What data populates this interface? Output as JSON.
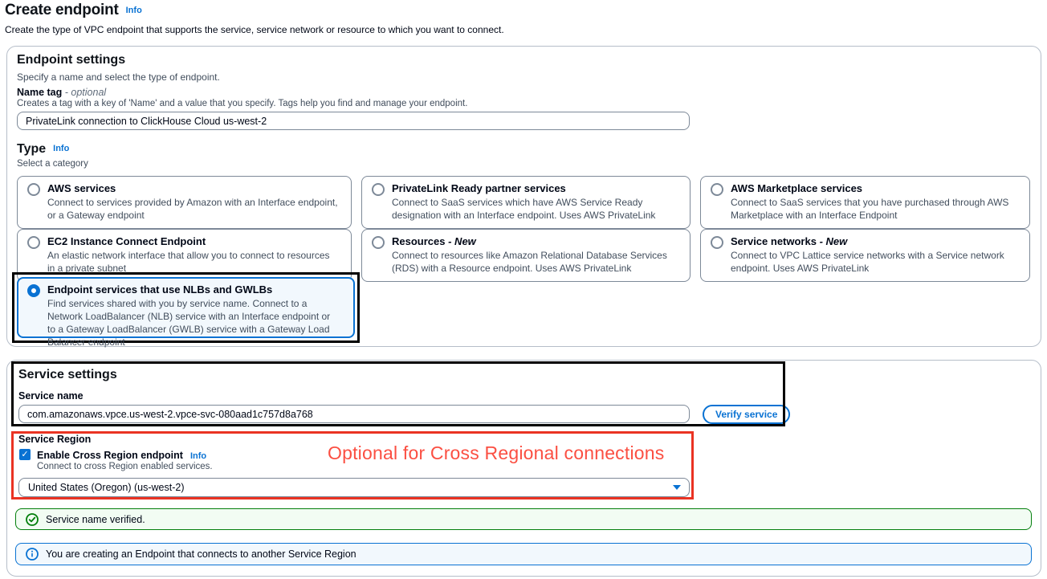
{
  "page": {
    "title": "Create endpoint",
    "title_info": "Info",
    "description": "Create the type of VPC endpoint that supports the service, service network or resource to which you want to connect."
  },
  "endpoint_settings": {
    "heading": "Endpoint settings",
    "description": "Specify a name and select the type of endpoint.",
    "name_tag": {
      "label": "Name tag",
      "optional_suffix": "- optional",
      "constraint": "Creates a tag with a key of 'Name' and a value that you specify. Tags help you find and manage your endpoint.",
      "value": "PrivateLink connection to ClickHouse Cloud us-west-2"
    },
    "type": {
      "heading": "Type",
      "info": "Info",
      "description": "Select a category",
      "options": [
        {
          "title": "AWS services",
          "suffix": "",
          "description": "Connect to services provided by Amazon with an Interface endpoint, or a Gateway endpoint",
          "selected": false
        },
        {
          "title": "PrivateLink Ready partner services",
          "suffix": "",
          "description": "Connect to SaaS services which have AWS Service Ready designation with an Interface endpoint. Uses AWS PrivateLink",
          "selected": false
        },
        {
          "title": "AWS Marketplace services",
          "suffix": "",
          "description": "Connect to SaaS services that you have purchased through AWS Marketplace with an Interface Endpoint",
          "selected": false
        },
        {
          "title": "EC2 Instance Connect Endpoint",
          "suffix": "",
          "description": "An elastic network interface that allow you to connect to resources in a private subnet",
          "selected": false
        },
        {
          "title": "Resources",
          "suffix": "- New",
          "description": "Connect to resources like Amazon Relational Database Services (RDS) with a Resource endpoint. Uses AWS PrivateLink",
          "selected": false
        },
        {
          "title": "Service networks",
          "suffix": "- New",
          "description": "Connect to VPC Lattice service networks with a Service network endpoint. Uses AWS PrivateLink",
          "selected": false
        },
        {
          "title": "Endpoint services that use NLBs and GWLBs",
          "suffix": "",
          "description": "Find services shared with you by service name. Connect to a Network LoadBalancer (NLB) service with an Interface endpoint or to a Gateway LoadBalancer (GWLB) service with a Gateway Load Balancer endpoint",
          "selected": true
        }
      ]
    }
  },
  "service_settings": {
    "heading": "Service settings",
    "service_name": {
      "label": "Service name",
      "value": "com.amazonaws.vpce.us-west-2.vpce-svc-080aad1c757d8a768",
      "verify_button": "Verify service"
    },
    "service_region": {
      "label": "Service Region",
      "checkbox_label": "Enable Cross Region endpoint",
      "checkbox_info": "Info",
      "checkbox_checked": true,
      "checkbox_description": "Connect to cross Region enabled services.",
      "selected_region": "United States (Oregon) (us-west-2)"
    },
    "alerts": {
      "success": "Service name verified.",
      "info": "You are creating an Endpoint that connects to another Service Region"
    }
  },
  "annotations": {
    "red_note": "Optional for Cross Regional connections"
  },
  "colors": {
    "accent_blue": "#0972d3",
    "success_green": "#037f0c",
    "selected_tile_bg": "#f2f8fd",
    "annotation_red": "#ea3323",
    "annotation_red_text": "#fb4f42",
    "annotation_black": "#000000",
    "border_gray": "#7d8998"
  }
}
